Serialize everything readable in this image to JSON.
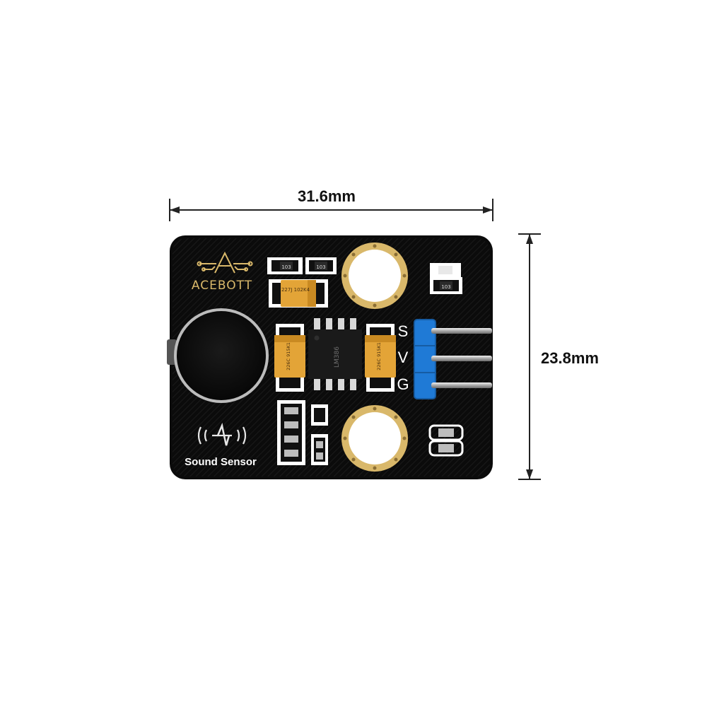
{
  "dimensions": {
    "width": "31.6mm",
    "height": "23.8mm"
  },
  "board": {
    "brand": "ACEBOTT",
    "title": "Sound Sensor",
    "pins": [
      "S",
      "V",
      "G"
    ],
    "ic_marking": "LM386",
    "cap_left": "226C 915K1",
    "cap_right": "226C 915K1",
    "cap_top": "227J 102K4",
    "smd_top_a": "103",
    "smd_top_b": "103",
    "smd_right": "103"
  },
  "colors": {
    "pcb": "#0b0b0b",
    "gold": "#d9b86a",
    "header": "#1f7ad6",
    "capacitor": "#e3a437"
  },
  "icons": [
    "sound-wave-icon",
    "acebott-logo-icon"
  ]
}
